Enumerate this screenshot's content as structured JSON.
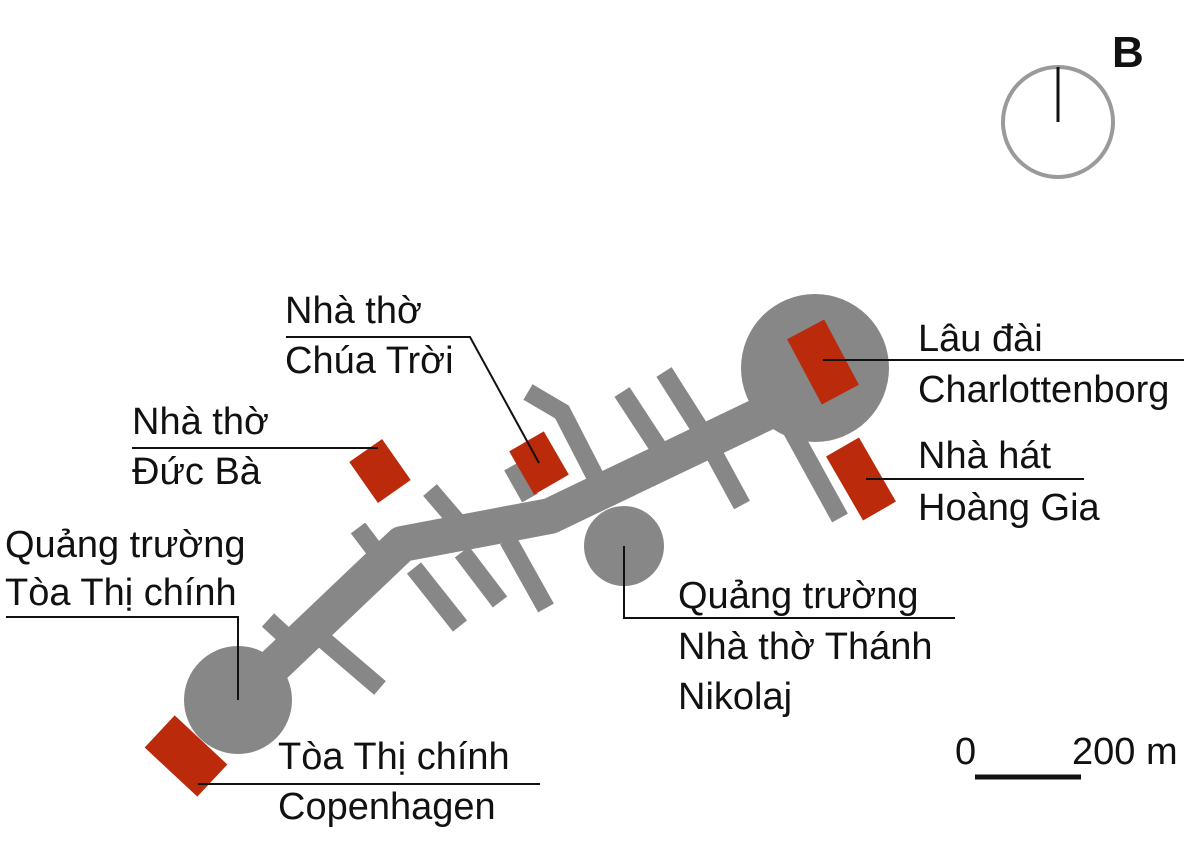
{
  "panel_letter": "B",
  "colors": {
    "street": "#878787",
    "building": "#BB2A0A",
    "text": "#111111",
    "background": "#FFFFFF"
  },
  "labels": {
    "church_of_god": [
      "Nhà thờ",
      "Chúa Trời"
    ],
    "church_of_our_lady": [
      "Nhà thờ",
      "Đức Bà"
    ],
    "city_hall_square": [
      "Quảng trường",
      "Tòa Thị chính"
    ],
    "city_hall": [
      "Tòa Thị chính",
      "Copenhagen"
    ],
    "charlottenborg": [
      "Lâu đài",
      "Charlottenborg"
    ],
    "royal_theatre": [
      "Nhà hát",
      "Hoàng Gia"
    ],
    "nikolaj_square": [
      "Quảng trường",
      "Nhà thờ Thánh",
      "Nikolaj"
    ]
  },
  "scale_bar": {
    "start_label": "0",
    "end_label": "200 m"
  },
  "icons": {
    "compass": "north-arrow-icon"
  }
}
